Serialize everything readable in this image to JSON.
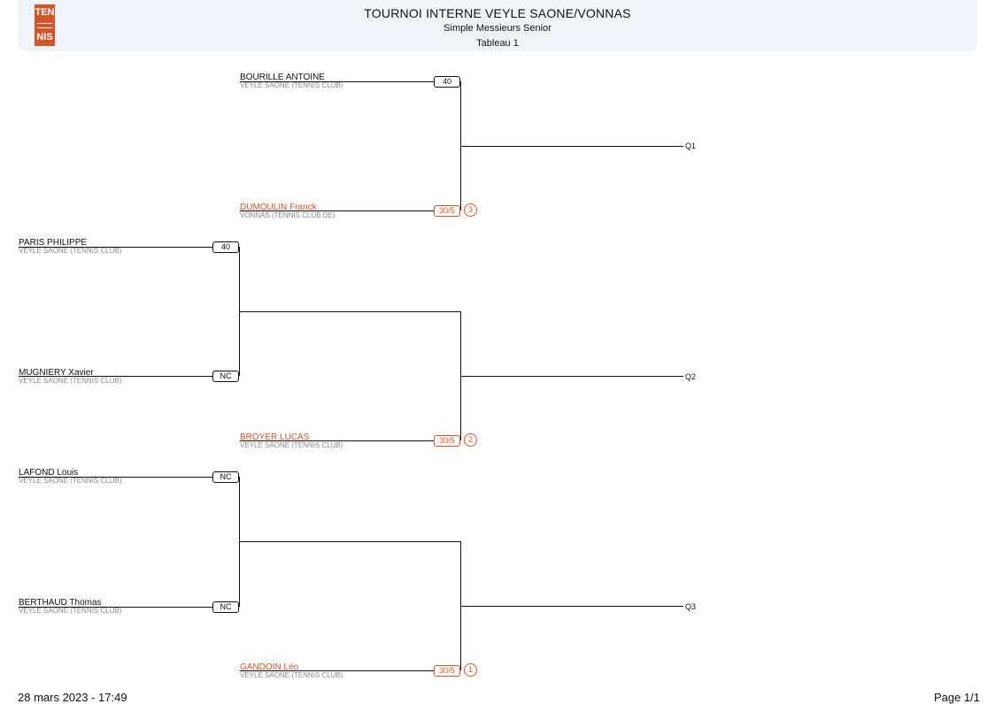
{
  "header": {
    "logo_top": "TEN",
    "logo_bottom": "NIS",
    "title": "TOURNOI INTERNE VEYLE SAONE/VONNAS",
    "subtitle": "Simple Messieurs Senior",
    "table": "Tableau 1"
  },
  "players": [
    {
      "name": "BOURILLE ANTOINE",
      "club": "VEYLE SAONE (TENNIS CLUB)",
      "rank": "40"
    },
    {
      "name": "DUMOULIN Franck",
      "club": "VONNAS (TENNIS CLUB DE)",
      "rank": "30/5",
      "seed": "3"
    },
    {
      "name": "PARIS PHILIPPE",
      "club": "VEYLE SAONE (TENNIS CLUB)",
      "rank": "40"
    },
    {
      "name": "MUGNIERY Xavier",
      "club": "VEYLE SAONE (TENNIS CLUB)",
      "rank": "NC"
    },
    {
      "name": "BROYER LUCAS",
      "club": "VEYLE SAONE (TENNIS CLUB)",
      "rank": "30/5",
      "seed": "2"
    },
    {
      "name": "LAFOND Louis",
      "club": "VEYLE SAONE (TENNIS CLUB)",
      "rank": "NC"
    },
    {
      "name": "BERTHAUD Thomas",
      "club": "VEYLE SAONE (TENNIS CLUB)",
      "rank": "NC"
    },
    {
      "name": "GANDOIN Léo",
      "club": "VEYLE SAONE (TENNIS CLUB)",
      "rank": "30/5",
      "seed": "1"
    }
  ],
  "qualifiers": [
    "Q1",
    "Q2",
    "Q3"
  ],
  "footer": {
    "date": "28 mars 2023 - 17:49",
    "page": "Page 1/1"
  },
  "colors": {
    "seeded": "#d2552a",
    "club_text": "#888888",
    "header_bg": "#f0f3f7"
  }
}
